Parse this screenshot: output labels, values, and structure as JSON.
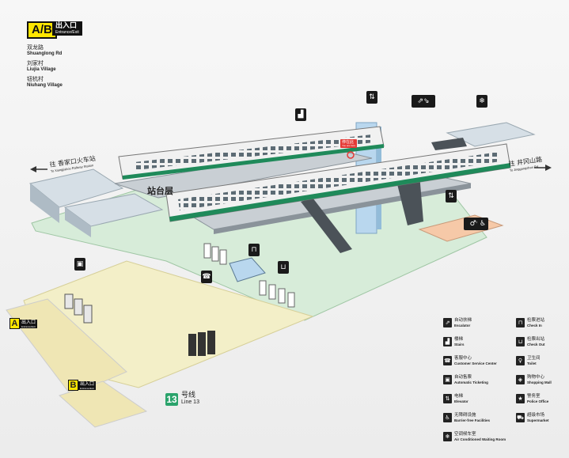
{
  "header": {
    "badge": "A/B",
    "title_cn": "出入口",
    "title_en": "Entrance/Exit",
    "exits": [
      {
        "cn": "双龙路",
        "en": "Shuanglong Rd"
      },
      {
        "cn": "刘家村",
        "en": "Liujia Village"
      },
      {
        "cn": "钮杭村",
        "en": "Niuhang Village"
      }
    ]
  },
  "directions": {
    "left_cn": "往 香家口火车站",
    "left_en": "To Xiangjiakou Railway Station",
    "right_cn": "往 井冈山路",
    "right_en": "To Jinggangshan Rd"
  },
  "platform_label": "站台层",
  "stop_badge": {
    "cn": "停在此",
    "en": "You are here"
  },
  "line": {
    "number": "13",
    "cn": "号线",
    "en": "Line 13"
  },
  "entrances": [
    {
      "letter": "A",
      "cn": "出入口",
      "en": "Entrance/Exit"
    },
    {
      "letter": "B",
      "cn": "出入口",
      "en": "Entrance/Exit"
    }
  ],
  "legend": [
    {
      "icon": "escalator-icon",
      "glyph": "⇗",
      "cn": "自动扶梯",
      "en": "Escalator"
    },
    {
      "icon": "stairs-icon",
      "glyph": "▟",
      "cn": "楼梯",
      "en": "Stairs"
    },
    {
      "icon": "service-center-icon",
      "glyph": "☎",
      "cn": "客服中心",
      "en": "Customer Service Center"
    },
    {
      "icon": "ticketing-icon",
      "glyph": "▣",
      "cn": "自动售票",
      "en": "Automatic Ticketing"
    },
    {
      "icon": "elevator-icon",
      "glyph": "⇅",
      "cn": "电梯",
      "en": "Elevator"
    },
    {
      "icon": "accessible-icon",
      "glyph": "♿",
      "cn": "无障碍设施",
      "en": "Barrier-free Facilities"
    },
    {
      "icon": "waiting-room-icon",
      "glyph": "❄",
      "cn": "空调候车室",
      "en": "Air Conditioned Waiting Room"
    },
    {
      "icon": "check-in-icon",
      "glyph": "⊓",
      "cn": "检票进站",
      "en": "Check In"
    },
    {
      "icon": "check-out-icon",
      "glyph": "⊔",
      "cn": "检票出站",
      "en": "Check Out"
    },
    {
      "icon": "toilet-icon",
      "glyph": "♀",
      "cn": "卫生间",
      "en": "Toilet"
    },
    {
      "icon": "shopping-mall-icon",
      "glyph": "◈",
      "cn": "购物中心",
      "en": "Shopping Mall"
    },
    {
      "icon": "police-icon",
      "glyph": "★",
      "cn": "警务室",
      "en": "Police Office"
    },
    {
      "icon": "supermarket-icon",
      "glyph": "⛟",
      "cn": "超级市场",
      "en": "Supermarket"
    }
  ],
  "colors": {
    "floor": "#d7ecd9",
    "concourse": "#f3efc8",
    "train": "#f1f1f1",
    "stripe": "#1f8a5a",
    "accent": "#ffe600",
    "stop": "#e53935",
    "service_room": "#f6c9a8"
  }
}
